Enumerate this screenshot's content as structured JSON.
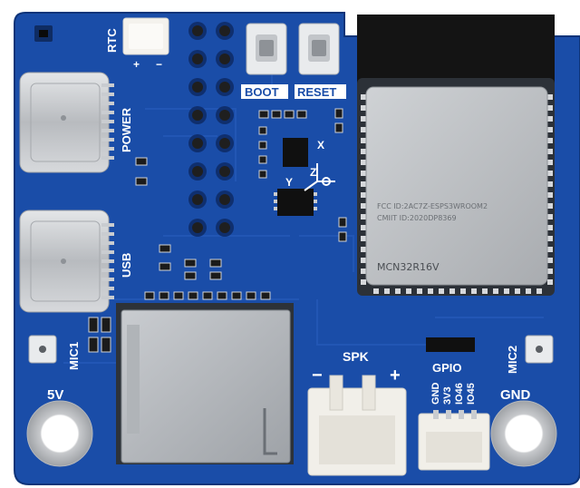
{
  "labels": {
    "rtc": "RTC",
    "power": "POWER",
    "usb": "USB",
    "boot": "BOOT",
    "reset": "RESET",
    "mic1": "MIC1",
    "mic2": "MIC2",
    "v5": "5V",
    "spk": "SPK",
    "minus": "−",
    "plus": "+",
    "gpio": "GPIO",
    "gnd_right": "GND",
    "pin_gnd": "GND",
    "pin_3v3": "3V3",
    "pin_io46": "IO46",
    "pin_io45": "IO45",
    "axis_x": "X",
    "axis_y": "Y",
    "axis_z": "Z",
    "rtc_plus": "+",
    "rtc_minus": "−"
  },
  "module": {
    "line1": "FCC ID:2AC7Z-ESPS3WROOM2",
    "line2": "CMIIT ID:2020DP8369",
    "name": "MCN32R16V"
  },
  "colors": {
    "board": "#1a4da8",
    "board_dark": "#133c8a",
    "silkscreen": "#ffffff",
    "shield": "#b9bcc0",
    "antenna": "#141414",
    "usb_c": "#c8cacd",
    "connector": "#f1efe9"
  }
}
